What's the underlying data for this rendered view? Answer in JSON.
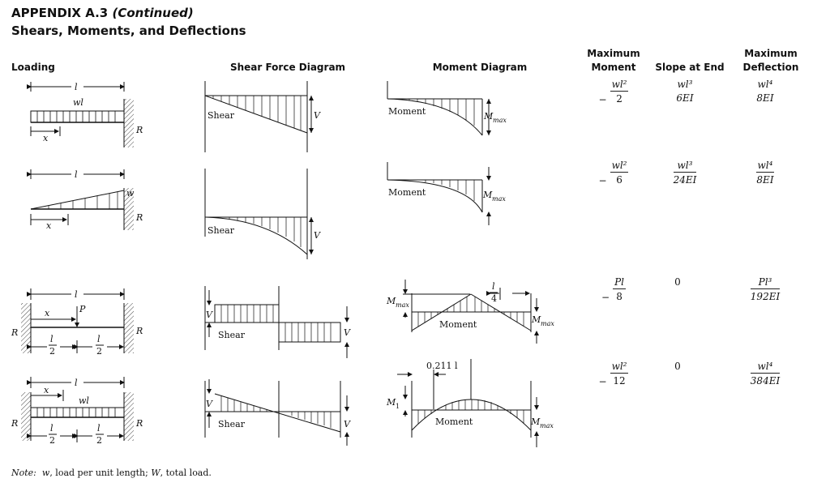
{
  "header": {
    "title_main": "APPENDIX A.3 ",
    "title_continued": "(Continued)",
    "subtitle": "Shears, Moments, and Deflections"
  },
  "columns": {
    "loading": "Loading",
    "shear": "Shear Force Diagram",
    "moment": "Moment Diagram",
    "max_moment_1": "Maximum",
    "max_moment_2": "Moment",
    "slope": "Slope at End",
    "max_defl_1": "Maximum",
    "max_defl_2": "Deflection"
  },
  "rows": [
    {
      "max_moment": {
        "sign": "−",
        "num": "wl²",
        "den": "2"
      },
      "slope": {
        "num": "wl³",
        "den": "6EI"
      },
      "deflection": {
        "num": "wl⁴",
        "den": "8EI"
      }
    },
    {
      "max_moment": {
        "sign": "−",
        "num": "wl²",
        "den": "6"
      },
      "slope": {
        "num": "wl³",
        "den": "24EI"
      },
      "deflection": {
        "num": "wl⁴",
        "den": "8EI"
      }
    },
    {
      "max_moment": {
        "sign": "−",
        "num": "Pl",
        "den": "8"
      },
      "slope": {
        "value": "0"
      },
      "deflection": {
        "num": "Pl³",
        "den": "192EI"
      }
    },
    {
      "max_moment": {
        "sign": "−",
        "num": "wl²",
        "den": "12"
      },
      "slope": {
        "value": "0"
      },
      "deflection": {
        "num": "wl⁴",
        "den": "384EI"
      }
    }
  ],
  "diagram_labels": {
    "l": "l",
    "x": "x",
    "wl": "wl",
    "w": "w",
    "R": "R",
    "P": "P",
    "half_num": "l",
    "half_den": "2",
    "quarter_num": "l",
    "quarter_den": "4",
    "shear": "Shear",
    "V": "V",
    "moment": "Moment",
    "M": "M",
    "max_sub": "max",
    "M1": "M",
    "one_sub": "1",
    "dist_0211": "0.211 l"
  },
  "note": {
    "prefix": "Note:",
    "text_1": "w",
    "text_2": ", load per unit length; ",
    "text_3": "W",
    "text_4": ", total load."
  }
}
